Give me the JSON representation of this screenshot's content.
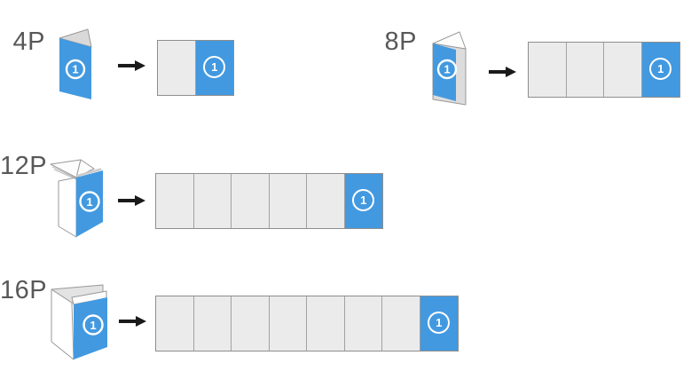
{
  "diagram": {
    "rows": [
      {
        "id": "4p",
        "label": "4P",
        "panels": 2,
        "marker": "1"
      },
      {
        "id": "8p",
        "label": "8P",
        "panels": 4,
        "marker": "1"
      },
      {
        "id": "12p",
        "label": "12P",
        "panels": 6,
        "marker": "1"
      },
      {
        "id": "16p",
        "label": "16P",
        "panels": 8,
        "marker": "1"
      }
    ],
    "colors": {
      "accent_blue": "#4299E0",
      "panel_fill": "#EBEBEB",
      "panel_border": "#A2A2A2",
      "strip_border": "#8E8E8E",
      "label_text": "#58585A",
      "arrow_black": "#1A1A1A",
      "icon_gray": "#D9D9D9",
      "icon_stroke": "#999999",
      "page_white": "#FFFFFF"
    }
  }
}
